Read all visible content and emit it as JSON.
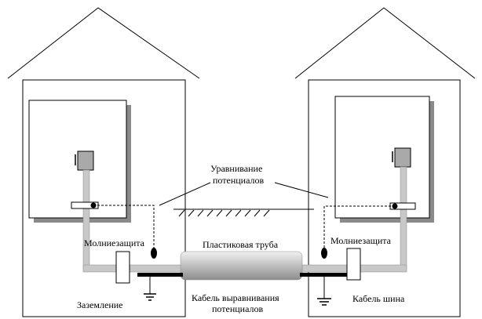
{
  "labels": {
    "equalization_line1": "Уравнивание",
    "equalization_line2": "потенциалов",
    "lightning_left": "Молниезащита",
    "lightning_right": "Молниезащита",
    "plastic_pipe": "Пластиковая труба",
    "grounding": "Заземление",
    "cable_line1": "Кабель выравнивания",
    "cable_line2": "потенциалов",
    "cable_bus": "Кабель шина"
  },
  "colors": {
    "line": "#000000",
    "pipe_fill": "#c8c8c8",
    "pipe_light": "#e6e6e6",
    "shadow": "#8a8a8a",
    "device": "#a9a9a9",
    "background": "#ffffff"
  }
}
